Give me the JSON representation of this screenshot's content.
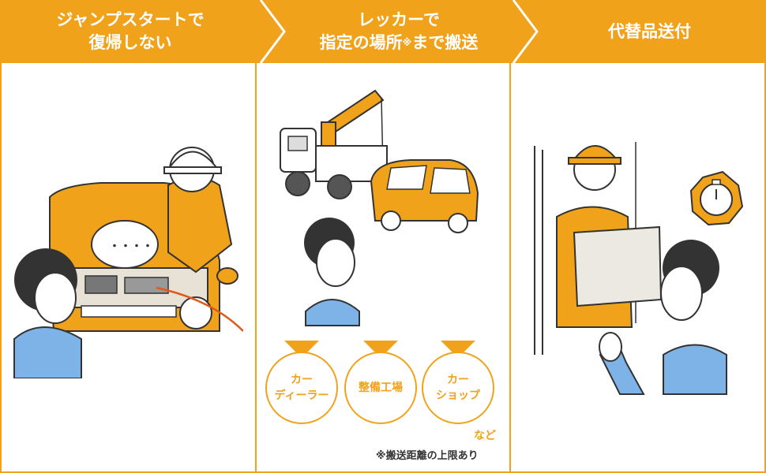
{
  "colors": {
    "accent": "#f0a21a",
    "ink": "#333333",
    "skin_shirt": "#7db3e6"
  },
  "steps": [
    {
      "line1": "ジャンプスタートで",
      "line2": "復帰しない"
    },
    {
      "line1": "レッカーで",
      "line2_main": "指定の場所",
      "line2_mark": "※",
      "line2_tail": "まで搬送"
    },
    {
      "line1": "代替品送付"
    }
  ],
  "speech_bubble": "・・・・",
  "destinations": [
    {
      "line1": "カー",
      "line2": "ディーラー"
    },
    {
      "line1": "整備工場",
      "line2": ""
    },
    {
      "line1": "カー",
      "line2": "ショップ"
    }
  ],
  "etc_label": "など",
  "note": "※搬送距離の上限あり"
}
